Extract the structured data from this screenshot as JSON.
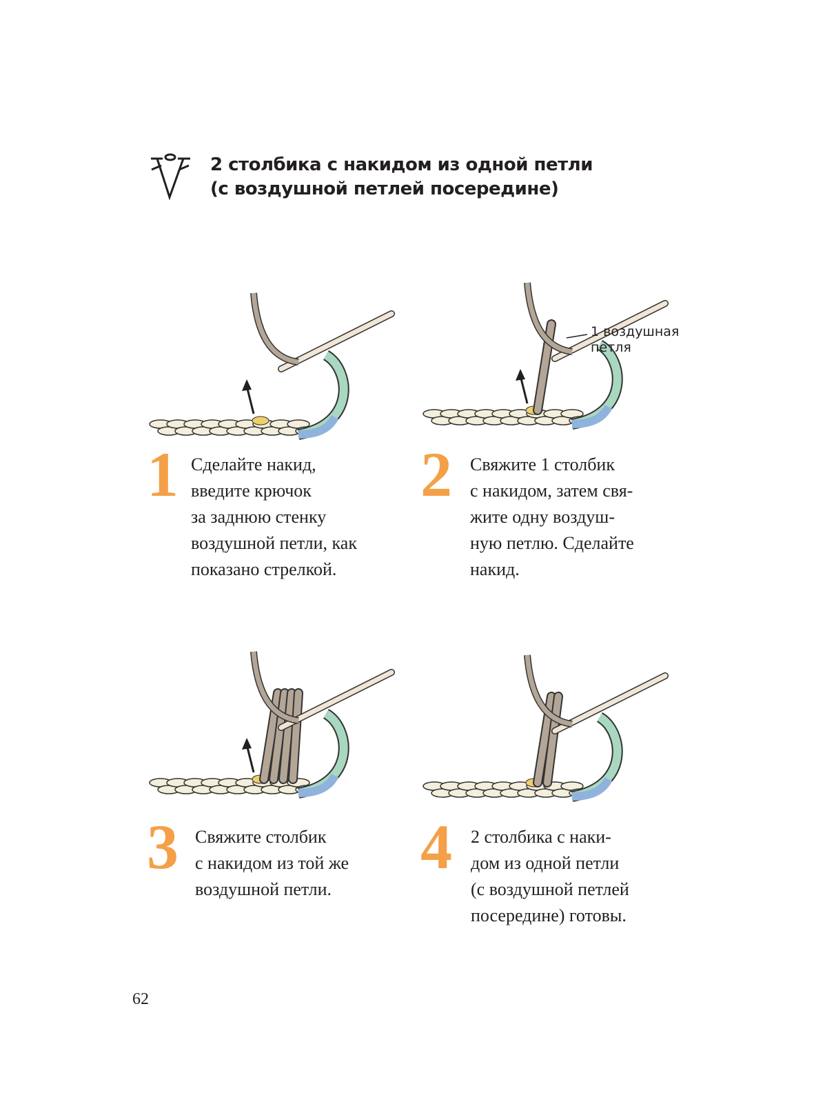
{
  "header": {
    "title_line1": "2 столбика с накидом из одной петли",
    "title_line2": "(с воздушной петлей посередине)",
    "symbol_icon": "crochet-symbol-v-stitch"
  },
  "colors": {
    "accent": "#f4a048",
    "yarn": "#b3a696",
    "hook": "#f0e6d6",
    "chain": "#f3efdc",
    "green": "#a8d8c0",
    "blue": "#8fb3dc",
    "yellow": "#f0cf6a"
  },
  "steps": [
    {
      "number": "1",
      "text": "Сделайте накид,\nвведите крючок\nза заднюю стенку\nвоздушной петли, как\nпоказано стрелкой."
    },
    {
      "number": "2",
      "text": "Свяжите 1 столбик\nс накидом, затем свя-\nжите одну воздуш-\nную петлю. Сделайте\nнакид.",
      "callout_line1": "1 воздушная",
      "callout_line2": "петля"
    },
    {
      "number": "3",
      "text": "Свяжите столбик\nс накидом из той же\nвоздушной петли."
    },
    {
      "number": "4",
      "text": "2 столбика с наки-\nдом из одной петли\n(с воздушной петлей\nпосередине) готовы."
    }
  ],
  "page_number": "62"
}
